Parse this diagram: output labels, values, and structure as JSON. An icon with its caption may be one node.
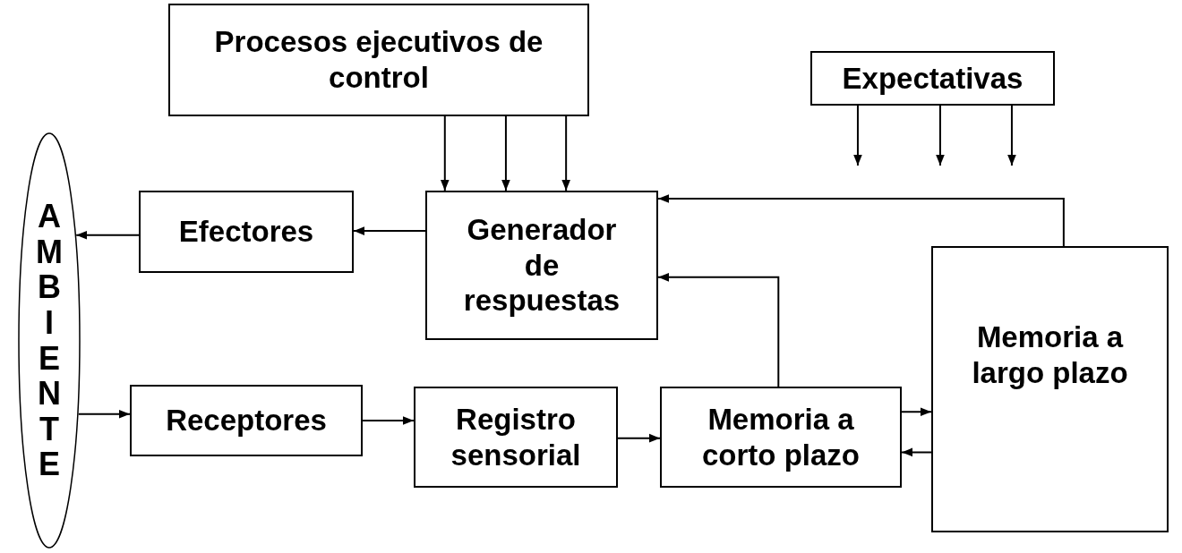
{
  "diagram": {
    "nodes": [
      {
        "text": [
          "Procesos ejecutivos de control"
        ]
      },
      {
        "text": [
          "Expectativas"
        ]
      },
      {
        "text": [
          "AMBIENTE"
        ]
      },
      {
        "text": [
          "Efectores"
        ]
      },
      {
        "text": [
          "Generador de respuestas"
        ]
      },
      {
        "text": [
          "Memoria a largo plazo"
        ]
      },
      {
        "text": [
          "Receptores"
        ]
      },
      {
        "text": [
          "Registro sensorial"
        ]
      },
      {
        "text": [
          "Memoria a corto plazo"
        ]
      }
    ],
    "edges": [
      {
        "from": 0,
        "to": 4,
        "arrow": "to"
      },
      {
        "from": 0,
        "to": 4,
        "arrow": "to"
      },
      {
        "from": 0,
        "to": 4,
        "arrow": "to"
      },
      {
        "from": 1,
        "to": null,
        "arrow": "to"
      },
      {
        "from": 1,
        "to": null,
        "arrow": "to"
      },
      {
        "from": 1,
        "to": null,
        "arrow": "to"
      },
      {
        "from": 5,
        "to": 4,
        "arrow": "to"
      },
      {
        "from": 8,
        "to": 4,
        "arrow": "to"
      },
      {
        "from": 4,
        "to": 3,
        "arrow": "to"
      },
      {
        "from": 3,
        "to": 2,
        "arrow": "to"
      },
      {
        "from": 2,
        "to": 6,
        "arrow": "to"
      },
      {
        "from": 6,
        "to": 7,
        "arrow": "to"
      },
      {
        "from": 7,
        "to": 8,
        "arrow": "to"
      },
      {
        "from": 8,
        "to": 5,
        "arrow": "to"
      },
      {
        "from": 5,
        "to": 8,
        "arrow": "to"
      }
    ]
  }
}
